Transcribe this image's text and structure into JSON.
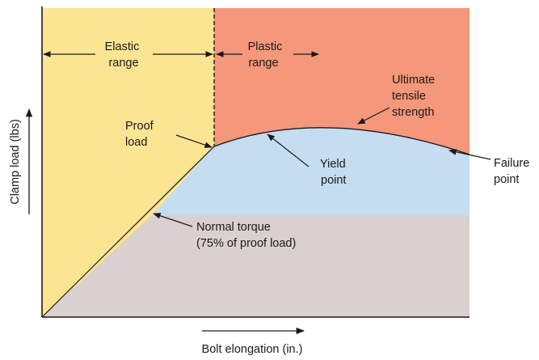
{
  "colors": {
    "elastic_region": "#fbe592",
    "plastic_region": "#f4977a",
    "yield_region": "#c5ddf0",
    "base_region": "#d9d0cf",
    "ink": "#1a1a1a"
  },
  "axes": {
    "y_label": "Clamp load (lbs)",
    "x_label": "Bolt elongation (in.)"
  },
  "regions": {
    "elastic": [
      "Elastic",
      "range"
    ],
    "plastic": [
      "Plastic",
      "range"
    ]
  },
  "annotations": {
    "uts": [
      "Ultimate",
      "tensile",
      "strength"
    ],
    "proof": [
      "Proof",
      "load"
    ],
    "yield": [
      "Yield",
      "point"
    ],
    "failure": [
      "Failure",
      "point"
    ],
    "torque": [
      "Normal torque",
      "(75% of proof load)"
    ]
  }
}
